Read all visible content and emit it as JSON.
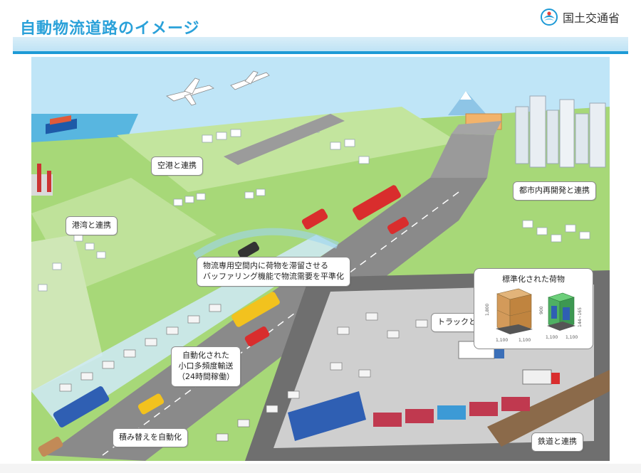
{
  "page": {
    "title": "自動物流道路のイメージ",
    "organization": "国土交通省"
  },
  "callouts": {
    "airport": "空港と連携",
    "port": "港湾と連携",
    "urban": "都市内再開発と連携",
    "buffering_line1": "物流専用空間内に荷物を滞留させる",
    "buffering_line2": "バッファリング機能で物流需要を平準化",
    "truck": "トラックと連携",
    "automation_line1": "自動化された",
    "automation_line2": "小口多頻度輸送",
    "automation_line3": "（24時間稼働）",
    "transfer": "積み替えを自動化",
    "rail": "鉄道と連携"
  },
  "cargo_panel": {
    "title": "標準化された荷物",
    "dim_height_left": "1,800",
    "dim_width_left_a": "1,100",
    "dim_width_left_b": "1,100",
    "dim_height_right": "900",
    "dim_pallet_right": "144~165",
    "dim_width_right_a": "1,100",
    "dim_width_right_b": "1,100"
  },
  "colors": {
    "title": "#2aa1d9",
    "accent_line": "#1d9ad6",
    "sky": "#bfe5f7",
    "grass": "#9bd36a",
    "road": "#8a8a8a",
    "tunnel": "#cfeaf8"
  },
  "icons": {
    "logo": "mlit-logo-icon"
  }
}
